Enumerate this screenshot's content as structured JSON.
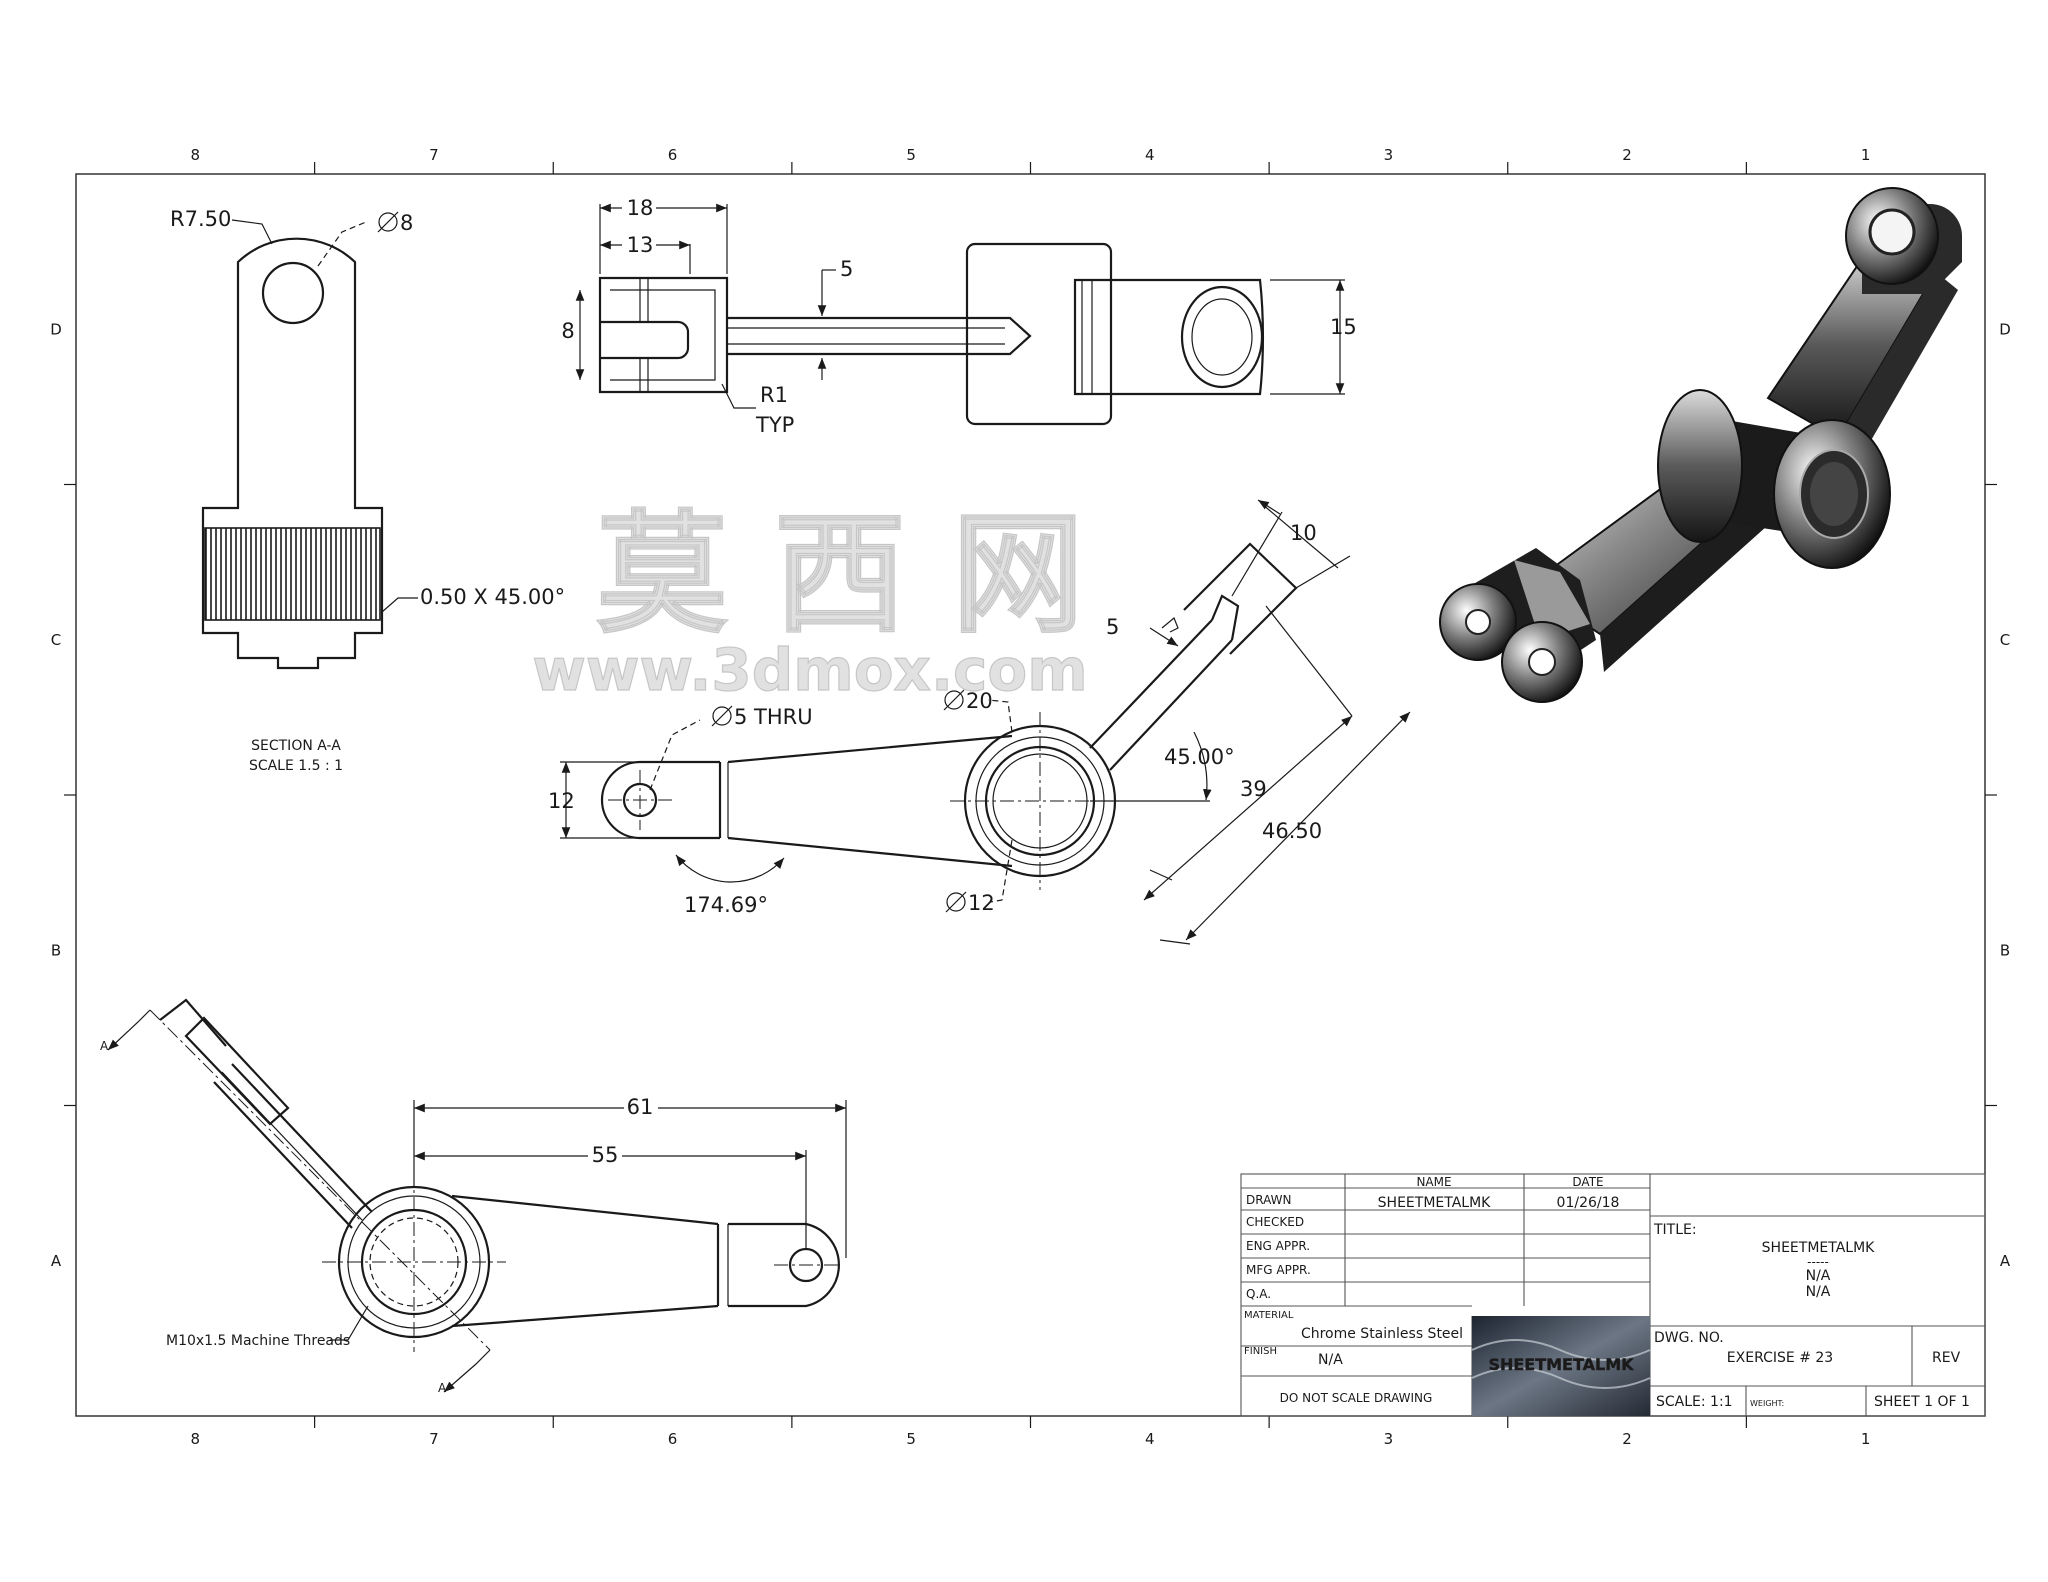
{
  "zones": {
    "columns": [
      "8",
      "7",
      "6",
      "5",
      "4",
      "3",
      "2",
      "1"
    ],
    "rows": [
      "D",
      "C",
      "B",
      "A"
    ]
  },
  "section_view": {
    "dim_radius": "R7.50",
    "dim_hole": "8",
    "dim_chamfer": "0.50 X 45.00°",
    "title": "SECTION A-A",
    "scale": "SCALE 1.5 : 1"
  },
  "top_view": {
    "dim_18": "18",
    "dim_13": "13",
    "dim_5": "5",
    "dim_8": "8",
    "dim_15": "15",
    "radius_note": "R1",
    "radius_typ": "TYP"
  },
  "front_view": {
    "dim_10": "10",
    "dim_5": "5",
    "dim_thru": "5 THRU",
    "dim_bore20": "20",
    "dim_angle45": "45.00°",
    "dim_12": "12",
    "dim_39": "39",
    "dim_4650": "46.50",
    "dim_angle174": "174.69°",
    "dim_bore12": "12"
  },
  "bottom_view": {
    "dim_61": "61",
    "dim_55": "55",
    "thread_note": "M10x1.5 Machine Threads",
    "section_mark": "A"
  },
  "watermark": {
    "chinese": "莫 西 网",
    "url": "www.3dmox.com"
  },
  "title_block": {
    "hdr_name": "NAME",
    "hdr_date": "DATE",
    "drawn": "DRAWN",
    "checked": "CHECKED",
    "eng_appr": "ENG APPR.",
    "mfg_appr": "MFG APPR.",
    "qa": "Q.A.",
    "material": "MATERIAL",
    "finish": "FINISH",
    "drawn_name": "SHEETMETALMK",
    "drawn_date": "01/26/18",
    "material_value": "Chrome Stainless Steel",
    "finish_value": "N/A",
    "note": "DO NOT SCALE DRAWING",
    "logo_text": "SHEETMETALMK",
    "title_label": "TITLE:",
    "title_value": "SHEETMETALMK",
    "title_sep": "-----",
    "title_sub1": "N/A",
    "title_sub2": "N/A",
    "dwg_label": "DWG.  NO.",
    "dwg_value": "EXERCISE # 23",
    "rev_label": "REV",
    "scale": "SCALE: 1:1",
    "weight": "WEIGHT:",
    "sheet": "SHEET 1 OF 1"
  },
  "colors": {
    "line": "#1a1a1a",
    "watermark": "#d8d8d8",
    "logo_bg": "#2d3440"
  }
}
